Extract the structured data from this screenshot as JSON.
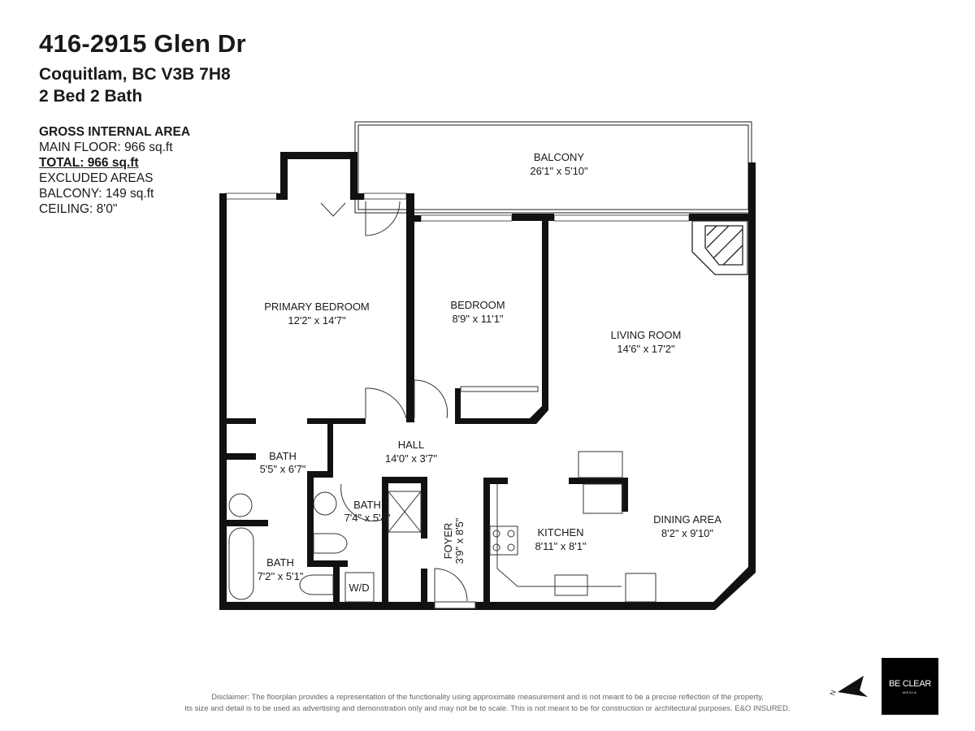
{
  "header": {
    "address": "416-2915 Glen Dr",
    "city": "Coquitlam, BC V3B 7H8",
    "beds_baths": "2 Bed 2 Bath"
  },
  "area_info": {
    "heading": "GROSS INTERNAL AREA",
    "main_floor": "MAIN FLOOR: 966 sq.ft",
    "total": "TOTAL: 966 sq.ft",
    "excluded_heading": "EXCLUDED AREAS",
    "balcony": "BALCONY: 149 sq.ft",
    "ceiling": "CEILING: 8'0\""
  },
  "rooms": {
    "balcony": {
      "name": "BALCONY",
      "dims": "26'1\" x 5'10\""
    },
    "primary_bedroom": {
      "name": "PRIMARY BEDROOM",
      "dims": "12'2\" x 14'7\""
    },
    "bedroom": {
      "name": "BEDROOM",
      "dims": "8'9\" x 11'1\""
    },
    "living_room": {
      "name": "LIVING ROOM",
      "dims": "14'6\" x 17'2\""
    },
    "hall": {
      "name": "HALL",
      "dims": "14'0\" x 3'7\""
    },
    "bath1": {
      "name": "BATH",
      "dims": "5'5\" x 6'7\""
    },
    "bath2": {
      "name": "BATH",
      "dims": "7'4\" x 5'4\""
    },
    "bath3": {
      "name": "BATH",
      "dims": "7'2\" x 5'1\""
    },
    "foyer": {
      "name": "FOYER",
      "dims": "3'9\" x 8'5\""
    },
    "kitchen": {
      "name": "KITCHEN",
      "dims": "8'11\" x 8'1\""
    },
    "dining_area": {
      "name": "DINING AREA",
      "dims": "8'2\" x 9'10\""
    },
    "laundry": {
      "name": "W/D"
    }
  },
  "compass": {
    "label": "N",
    "icon": "north-arrow-icon"
  },
  "logo": {
    "name": "BE CLEAR",
    "tagline": "MEDIA"
  },
  "disclaimer": {
    "line1": "Disclaimer: The floorplan provides a representation of the functionality using approximate measurement and is not meant to be a precise reflection of the property,",
    "line2": "its size and detail is to be used as advertising and demonstration only and may not be to scale. This is not meant to be for construction or architectural purposes. E&O INSURED."
  }
}
